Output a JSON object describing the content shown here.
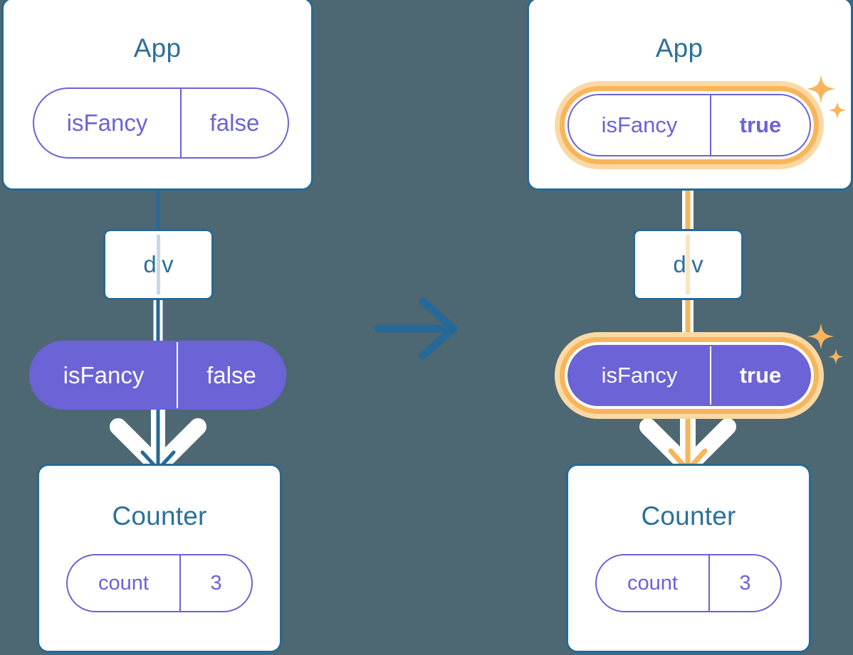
{
  "meta": {
    "background_color": "#4d6873",
    "blue": "#276996",
    "title_blue": "#2b7099",
    "purple": "#6b63d6",
    "orange": "#f8b55c",
    "orange_glow": "#fbd9a4",
    "white": "#ffffff"
  },
  "before": {
    "app": {
      "title": "App",
      "state": {
        "key": "isFancy",
        "value": "false"
      }
    },
    "div": {
      "label": "div"
    },
    "prop_pill": {
      "key": "isFancy",
      "value": "false"
    },
    "counter": {
      "title": "Counter",
      "state": {
        "key": "count",
        "value": "3"
      }
    }
  },
  "transition": {
    "icon": "arrow-right-icon"
  },
  "after": {
    "app": {
      "title": "App",
      "state": {
        "key": "isFancy",
        "value": "true",
        "highlighted": true
      }
    },
    "div": {
      "label": "div"
    },
    "prop_pill": {
      "key": "isFancy",
      "value": "true",
      "highlighted": true
    },
    "counter": {
      "title": "Counter",
      "state": {
        "key": "count",
        "value": "3"
      }
    },
    "sparkles": [
      "sparkle-large-icon",
      "sparkle-small-icon"
    ]
  }
}
